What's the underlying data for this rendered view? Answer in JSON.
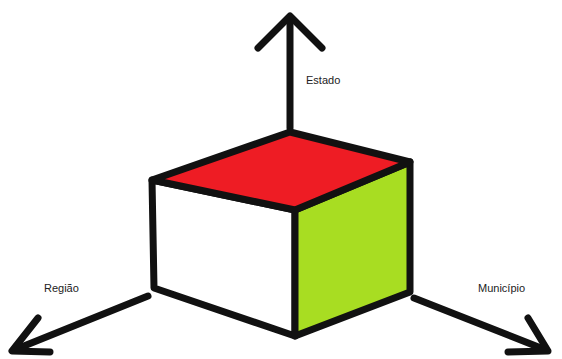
{
  "diagram": {
    "labels": [
      "Estado",
      "Região",
      "Município"
    ]
  }
}
